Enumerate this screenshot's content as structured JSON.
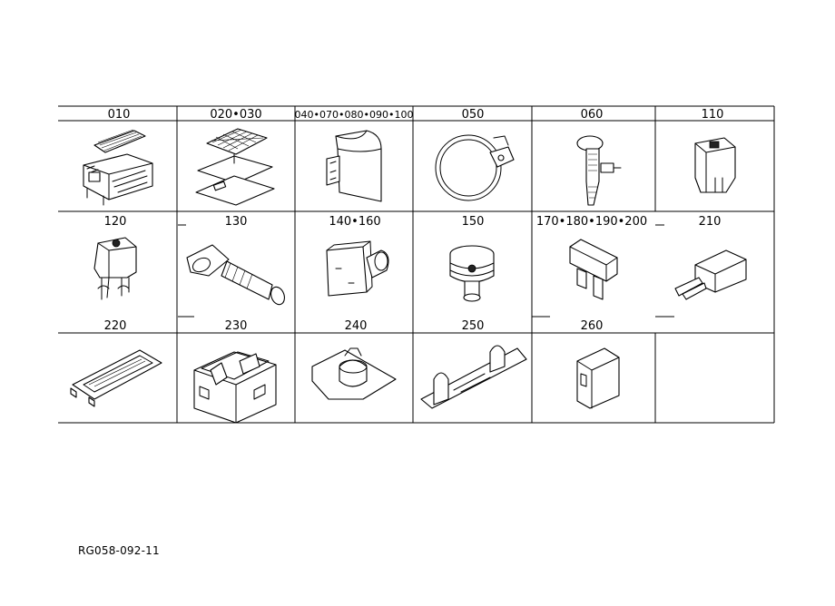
{
  "grid": {
    "rows": [
      [
        "010",
        "020•030",
        "040•070•080•090•100",
        "050",
        "060",
        "110"
      ],
      [
        "120",
        "130",
        "140•160",
        "150",
        "170•180•190•200",
        "210"
      ],
      [
        "220",
        "230",
        "240",
        "250",
        "260",
        ""
      ]
    ]
  },
  "parts": {
    "p010": "relay-block-with-cover-icon",
    "p020": "cover-plate-icon",
    "p040": "relay-bracket-icon",
    "p050": "band-clamp-icon",
    "p060": "cable-tie-icon",
    "p110": "relay-icon",
    "p120": "relay-socket-icon",
    "p130": "boot-sleeve-icon",
    "p140": "grommet-plug-icon",
    "p150": "stacked-washer-icon",
    "p170": "fuse-icon",
    "p210": "connector-pin-icon",
    "p220": "frame-cover-icon",
    "p230": "fuse-box-icon",
    "p240": "clip-bracket-icon",
    "p250": "double-clip-icon",
    "p260": "holder-icon"
  },
  "footer": {
    "code": "RG058-092-11"
  }
}
